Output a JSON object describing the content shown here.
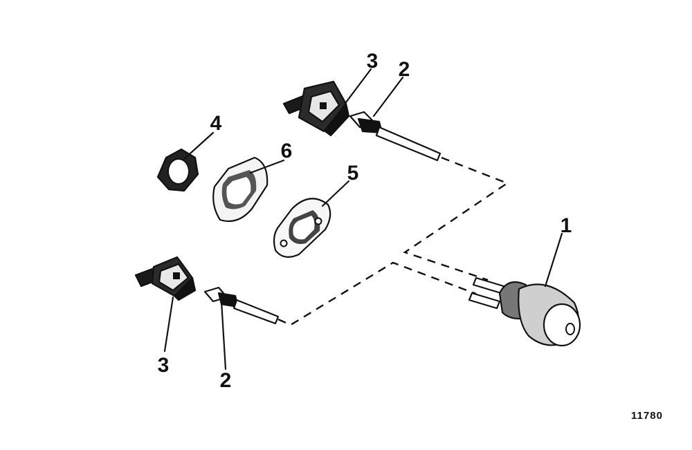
{
  "callouts": {
    "switch": "1",
    "terminal_upper": "2",
    "terminal_lower": "2",
    "connector_upper": "3",
    "connector_lower": "3",
    "nut": "4",
    "gasket_plate": "5",
    "gasket": "6"
  },
  "figure_number": "11780"
}
